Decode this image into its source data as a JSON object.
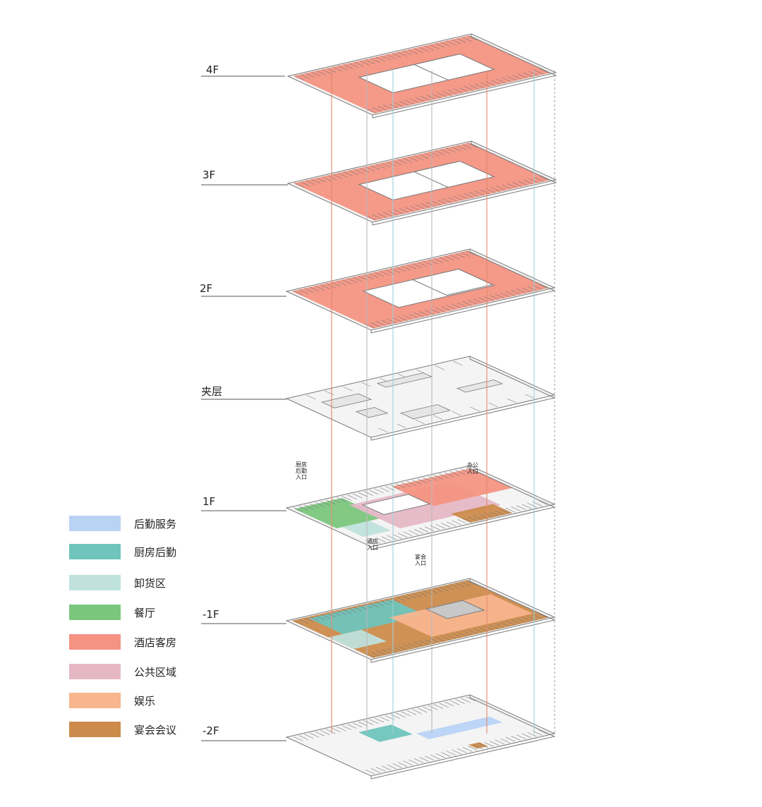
{
  "floors": [
    {
      "key": "f4",
      "label": "4F"
    },
    {
      "key": "f3",
      "label": "3F"
    },
    {
      "key": "f2",
      "label": "2F"
    },
    {
      "key": "mez",
      "label": "夹层"
    },
    {
      "key": "f1",
      "label": "1F"
    },
    {
      "key": "b1",
      "label": "-1F"
    },
    {
      "key": "b2",
      "label": "-2F"
    }
  ],
  "legend": [
    {
      "label": "后勤服务",
      "color": "#b9d3f5"
    },
    {
      "label": "厨房后勤",
      "color": "#6fc4bc"
    },
    {
      "label": "卸货区",
      "color": "#bfe2dc"
    },
    {
      "label": "餐厅",
      "color": "#7bc67d"
    },
    {
      "label": "酒店客房",
      "color": "#f49382"
    },
    {
      "label": "公共区域",
      "color": "#e6b8c6"
    },
    {
      "label": "娱乐",
      "color": "#f8b58e"
    },
    {
      "label": "宴会会议",
      "color": "#cc8b4b"
    }
  ],
  "entrances": {
    "kitchen": "厨房\n后勤\n入口",
    "office": "办公\n入口",
    "hotel": "酒店\n入口",
    "banquet": "宴会\n入口"
  },
  "colors": {
    "floor_slab": "#f4f4f4",
    "wall": "#7a7a7a",
    "core_line_red": "#e5876d",
    "core_line_blue": "#9fd0d8",
    "core_line_gray": "#b9b9b9"
  }
}
